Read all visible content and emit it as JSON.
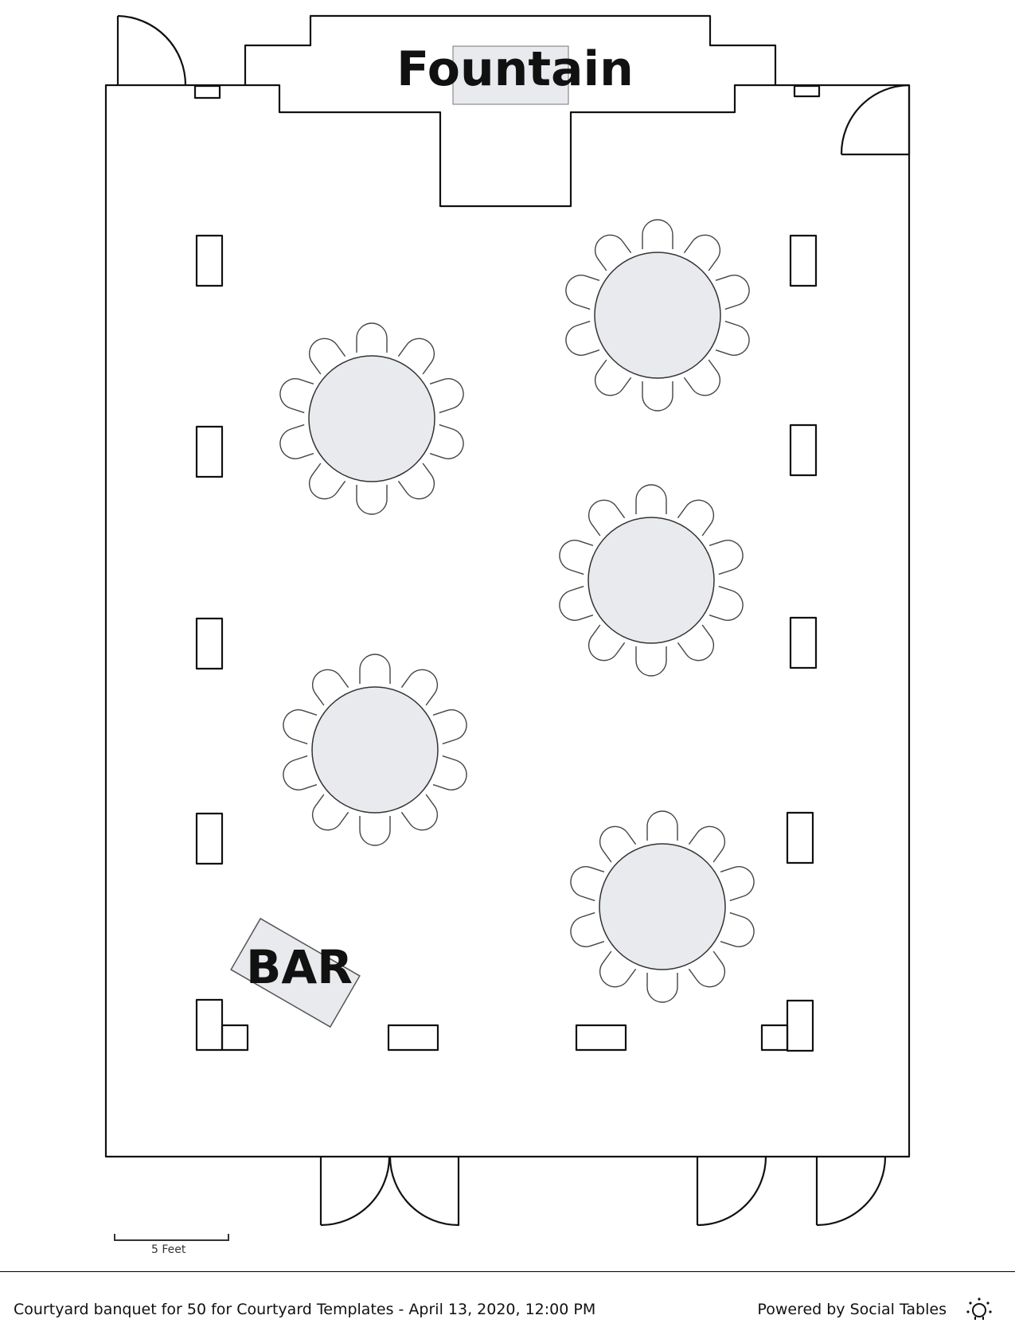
{
  "labels": {
    "fountain": "Fountain",
    "bar": "BAR"
  },
  "scale": {
    "label": "5 Feet"
  },
  "footer": {
    "event_title": "Courtyard banquet for 50 for Courtyard Templates - April 13, 2020, 12:00 PM",
    "powered_by": "Powered by Social Tables",
    "logo_icon": "social-tables-logo-icon"
  },
  "colors": {
    "table_fill": "#e8eaed",
    "line": "#111111"
  },
  "round_tables": [
    {
      "id": "table-1",
      "chairs": 10
    },
    {
      "id": "table-2",
      "chairs": 10
    },
    {
      "id": "table-3",
      "chairs": 10
    },
    {
      "id": "table-4",
      "chairs": 10
    },
    {
      "id": "table-5",
      "chairs": 10
    }
  ]
}
